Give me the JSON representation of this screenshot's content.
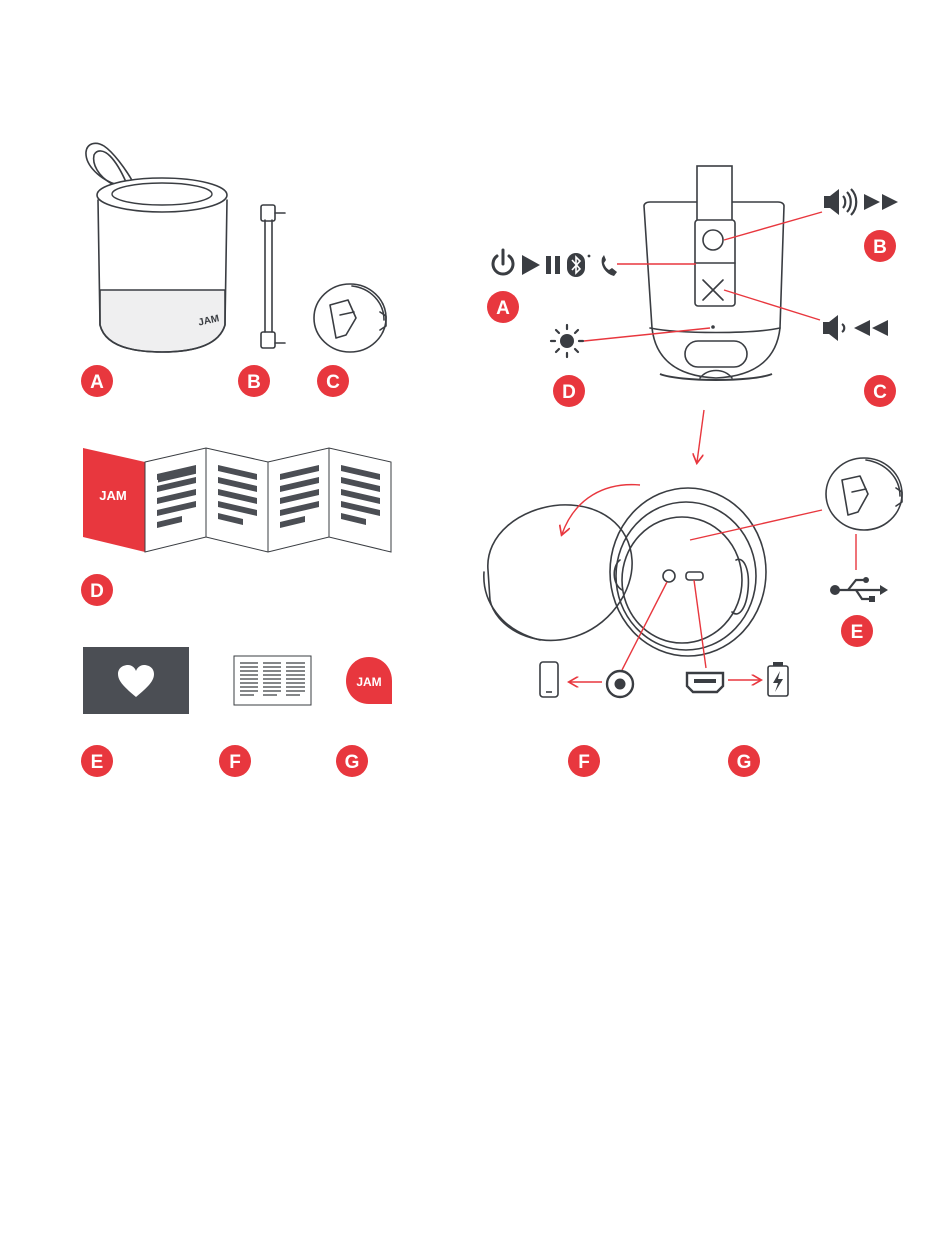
{
  "colors": {
    "accent_red": "#e8373e",
    "dark_gray": "#4b4e54",
    "outline": "#3a3d42",
    "speaker_base": "#efeff0"
  },
  "left_panel": {
    "row1_badges": [
      "A",
      "B",
      "C"
    ],
    "row2_badge": "D",
    "row3_badges": [
      "E",
      "F",
      "G"
    ],
    "brand_logo": "JAM",
    "icons": [
      "speaker-icon",
      "aux-cable-icon",
      "usb-cable-icon",
      "folded-manual-icon",
      "heart-card-icon",
      "warranty-leaflet-icon",
      "jam-sticker-icon"
    ]
  },
  "right_panel": {
    "badges": {
      "A": "A",
      "B": "B",
      "C": "C",
      "D": "D",
      "E": "E",
      "F": "F",
      "G": "G"
    },
    "icons": [
      "power-icon",
      "play-icon",
      "pause-icon",
      "bluetooth-icon",
      "phone-icon",
      "volume-up-icon",
      "fast-forward-icon",
      "volume-down-icon",
      "rewind-icon",
      "light-indicator-icon",
      "usb-symbol-icon",
      "smartphone-icon",
      "aux-port-icon",
      "micro-usb-port-icon",
      "battery-charging-icon"
    ]
  }
}
